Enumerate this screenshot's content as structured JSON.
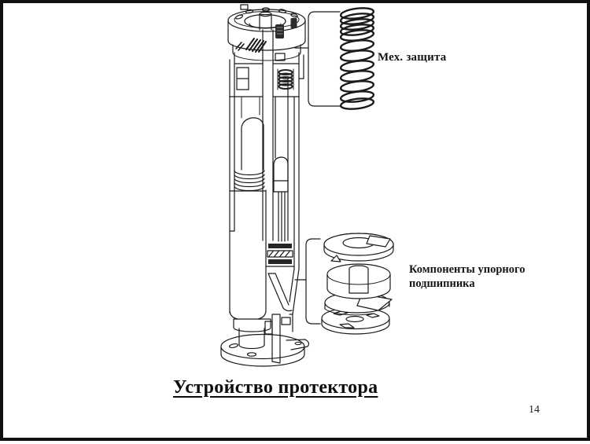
{
  "page": {
    "number": "14",
    "background": "#ffffff",
    "border_color": "#101010"
  },
  "figure": {
    "title": "Устройство протектора",
    "line_color": "#1a1a1a",
    "callouts": [
      {
        "label": "Мех. защита",
        "figure": "coil-spring"
      },
      {
        "label": "Компоненты упорного подшипника",
        "figure": "thrust-bearing-components"
      }
    ]
  }
}
